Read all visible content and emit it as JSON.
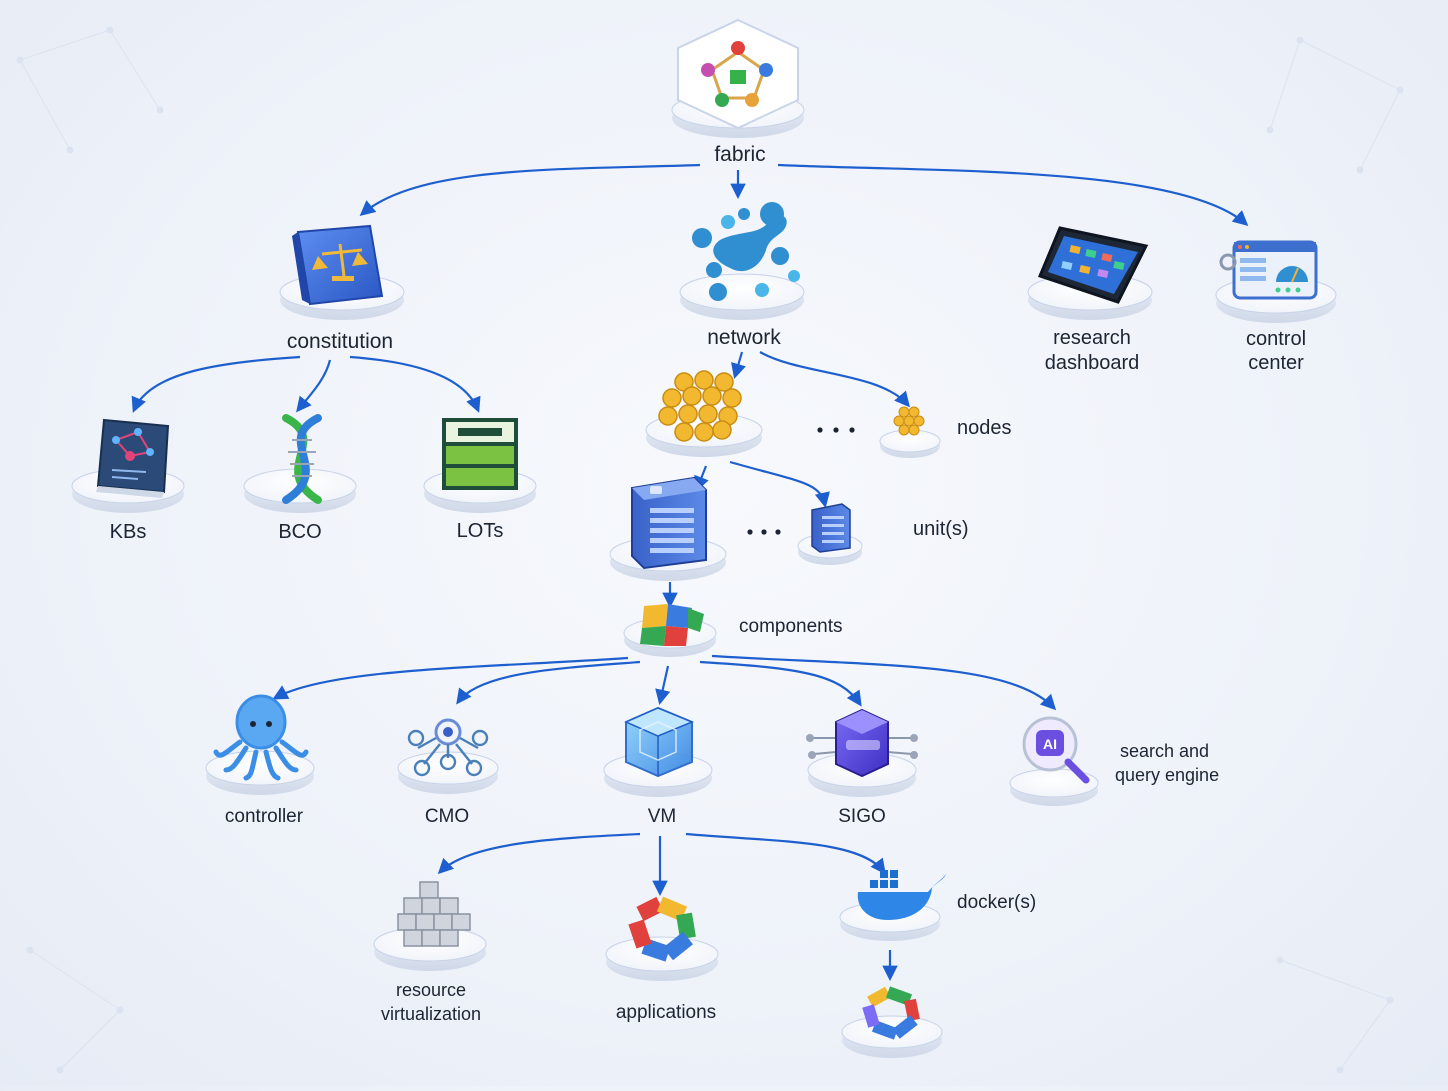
{
  "nodes": {
    "fabric": "fabric",
    "constitution": "constitution",
    "network": "network",
    "research_dashboard": [
      "research",
      "dashboard"
    ],
    "control_center": [
      "control",
      "center"
    ],
    "kbs": "KBs",
    "bco": "BCO",
    "lots": "LOTs",
    "nodes": "nodes",
    "units": "unit(s)",
    "components": "components",
    "controller": "controller",
    "cmo": "CMO",
    "vm": "VM",
    "sigo": "SIGO",
    "search_engine": [
      "search and",
      "query engine"
    ],
    "resource_virtualization": [
      "resource",
      "virtualization"
    ],
    "applications": "applications",
    "dockers": "docker(s)"
  },
  "ellipsis": "• • •",
  "ai_badge": "AI",
  "colors": {
    "arrow": "#1d5fcf",
    "pedestal_top": "#ffffff",
    "pedestal_side": "#dfe6f2",
    "pedestal_glow": "#9fc3ff"
  }
}
